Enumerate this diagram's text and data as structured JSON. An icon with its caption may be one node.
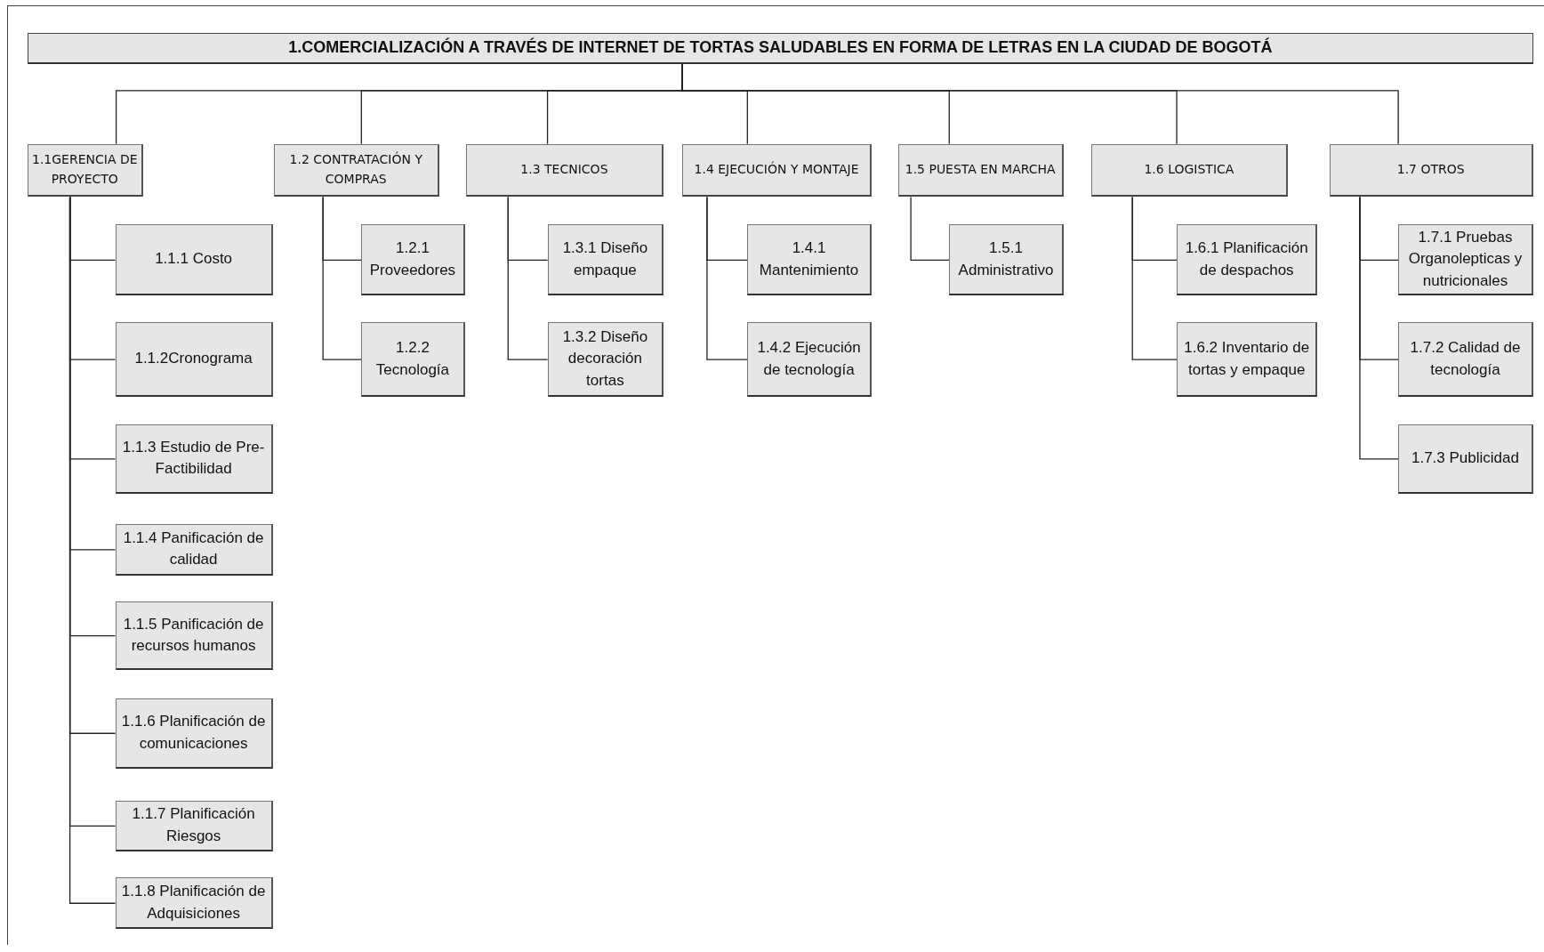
{
  "diagram": {
    "nodes": [
      {
        "text": [
          "1.COMERCIALIZACIÓN A TRAVÉS DE INTERNET DE TORTAS SALUDABLES EN FORMA DE LETRAS EN LA CIUDAD DE BOGOTÁ"
        ]
      },
      {
        "text": [
          "1.1GERENCIA DE PROYECTO"
        ]
      },
      {
        "text": [
          "1.1.1 Costo"
        ]
      },
      {
        "text": [
          "1.1.2Cronograma"
        ]
      },
      {
        "text": [
          "1.1.3 Estudio de Pre-Factibilidad"
        ]
      },
      {
        "text": [
          "1.1.4 Panificación de calidad"
        ]
      },
      {
        "text": [
          "1.1.5 Panificación de recursos humanos"
        ]
      },
      {
        "text": [
          "1.1.6 Planificación de comunicaciones"
        ]
      },
      {
        "text": [
          "1.1.7 Planificación Riesgos"
        ]
      },
      {
        "text": [
          "1.1.8 Planificación de Adquisiciones"
        ]
      },
      {
        "text": [
          "1.2 CONTRATACIÓN Y COMPRAS"
        ]
      },
      {
        "text": [
          "1.2.1 Proveedores"
        ]
      },
      {
        "text": [
          "1.2.2 Tecnología"
        ]
      },
      {
        "text": [
          "1.3 TECNICOS"
        ]
      },
      {
        "text": [
          "1.3.1 Diseño empaque"
        ]
      },
      {
        "text": [
          "1.3.2 Diseño decoración tortas"
        ]
      },
      {
        "text": [
          "1.4 EJECUCIÓN Y MONTAJE"
        ]
      },
      {
        "text": [
          "1.4.1 Mantenimiento"
        ]
      },
      {
        "text": [
          "1.4.2 Ejecución de tecnología"
        ]
      },
      {
        "text": [
          "1.5 PUESTA EN MARCHA"
        ]
      },
      {
        "text": [
          "1.5.1 Administrativo"
        ]
      },
      {
        "text": [
          "1.6 LOGISTICA"
        ]
      },
      {
        "text": [
          "1.6.1 Planificación de despachos"
        ]
      },
      {
        "text": [
          "1.6.2 Inventario de tortas y empaque"
        ]
      },
      {
        "text": [
          "1.7 OTROS"
        ]
      },
      {
        "text": [
          "1.7.1 Pruebas Organolepticas y nutricionales"
        ]
      },
      {
        "text": [
          "1.7.2 Calidad de tecnología"
        ]
      },
      {
        "text": [
          "1.7.3 Publicidad"
        ]
      }
    ],
    "edges": [
      {
        "from": 0,
        "to": 1,
        "arrow": "none"
      },
      {
        "from": 0,
        "to": 10,
        "arrow": "none"
      },
      {
        "from": 0,
        "to": 13,
        "arrow": "none"
      },
      {
        "from": 0,
        "to": 16,
        "arrow": "none"
      },
      {
        "from": 0,
        "to": 19,
        "arrow": "none"
      },
      {
        "from": 0,
        "to": 21,
        "arrow": "none"
      },
      {
        "from": 0,
        "to": 24,
        "arrow": "none"
      },
      {
        "from": 1,
        "to": 2,
        "arrow": "none"
      },
      {
        "from": 1,
        "to": 3,
        "arrow": "none"
      },
      {
        "from": 1,
        "to": 4,
        "arrow": "none"
      },
      {
        "from": 1,
        "to": 5,
        "arrow": "none"
      },
      {
        "from": 1,
        "to": 6,
        "arrow": "none"
      },
      {
        "from": 1,
        "to": 7,
        "arrow": "none"
      },
      {
        "from": 1,
        "to": 8,
        "arrow": "none"
      },
      {
        "from": 1,
        "to": 9,
        "arrow": "none"
      },
      {
        "from": 10,
        "to": 11,
        "arrow": "none"
      },
      {
        "from": 10,
        "to": 12,
        "arrow": "none"
      },
      {
        "from": 13,
        "to": 14,
        "arrow": "none"
      },
      {
        "from": 13,
        "to": 15,
        "arrow": "none"
      },
      {
        "from": 16,
        "to": 17,
        "arrow": "none"
      },
      {
        "from": 16,
        "to": 18,
        "arrow": "none"
      },
      {
        "from": 19,
        "to": 20,
        "arrow": "none"
      },
      {
        "from": 21,
        "to": 22,
        "arrow": "none"
      },
      {
        "from": 21,
        "to": 23,
        "arrow": "none"
      },
      {
        "from": 24,
        "to": 25,
        "arrow": "none"
      },
      {
        "from": 24,
        "to": 26,
        "arrow": "none"
      },
      {
        "from": 24,
        "to": 27,
        "arrow": "none"
      }
    ]
  }
}
